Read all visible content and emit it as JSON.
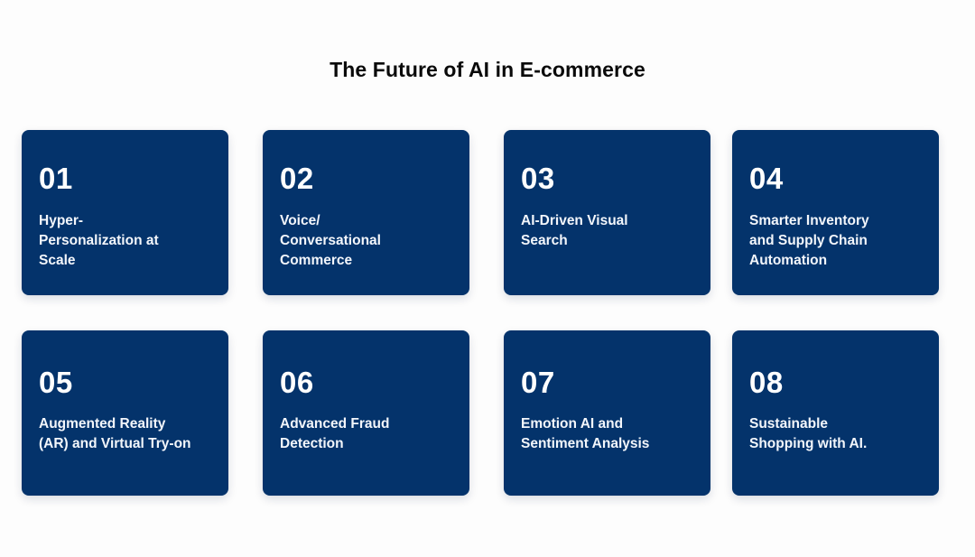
{
  "header": {
    "title": "The Future of AI in E-commerce"
  },
  "colors": {
    "background": "#fdfdfd",
    "card": "#04336b",
    "card_text": "#ffffff",
    "title_text": "#0a0a0a"
  },
  "cards": [
    {
      "number": "01",
      "label": "Hyper-\nPersonalization at Scale"
    },
    {
      "number": "02",
      "label": "Voice/ Conversational Commerce"
    },
    {
      "number": "03",
      "label": "AI-Driven Visual Search"
    },
    {
      "number": "04",
      "label": "Smarter Inventory and Supply Chain Automation"
    },
    {
      "number": "05",
      "label": "Augmented Reality (AR) and Virtual Try-on"
    },
    {
      "number": "06",
      "label": "Advanced Fraud Detection"
    },
    {
      "number": "07",
      "label": "Emotion AI and Sentiment Analysis"
    },
    {
      "number": "08",
      "label": "Sustainable Shopping with AI."
    }
  ]
}
